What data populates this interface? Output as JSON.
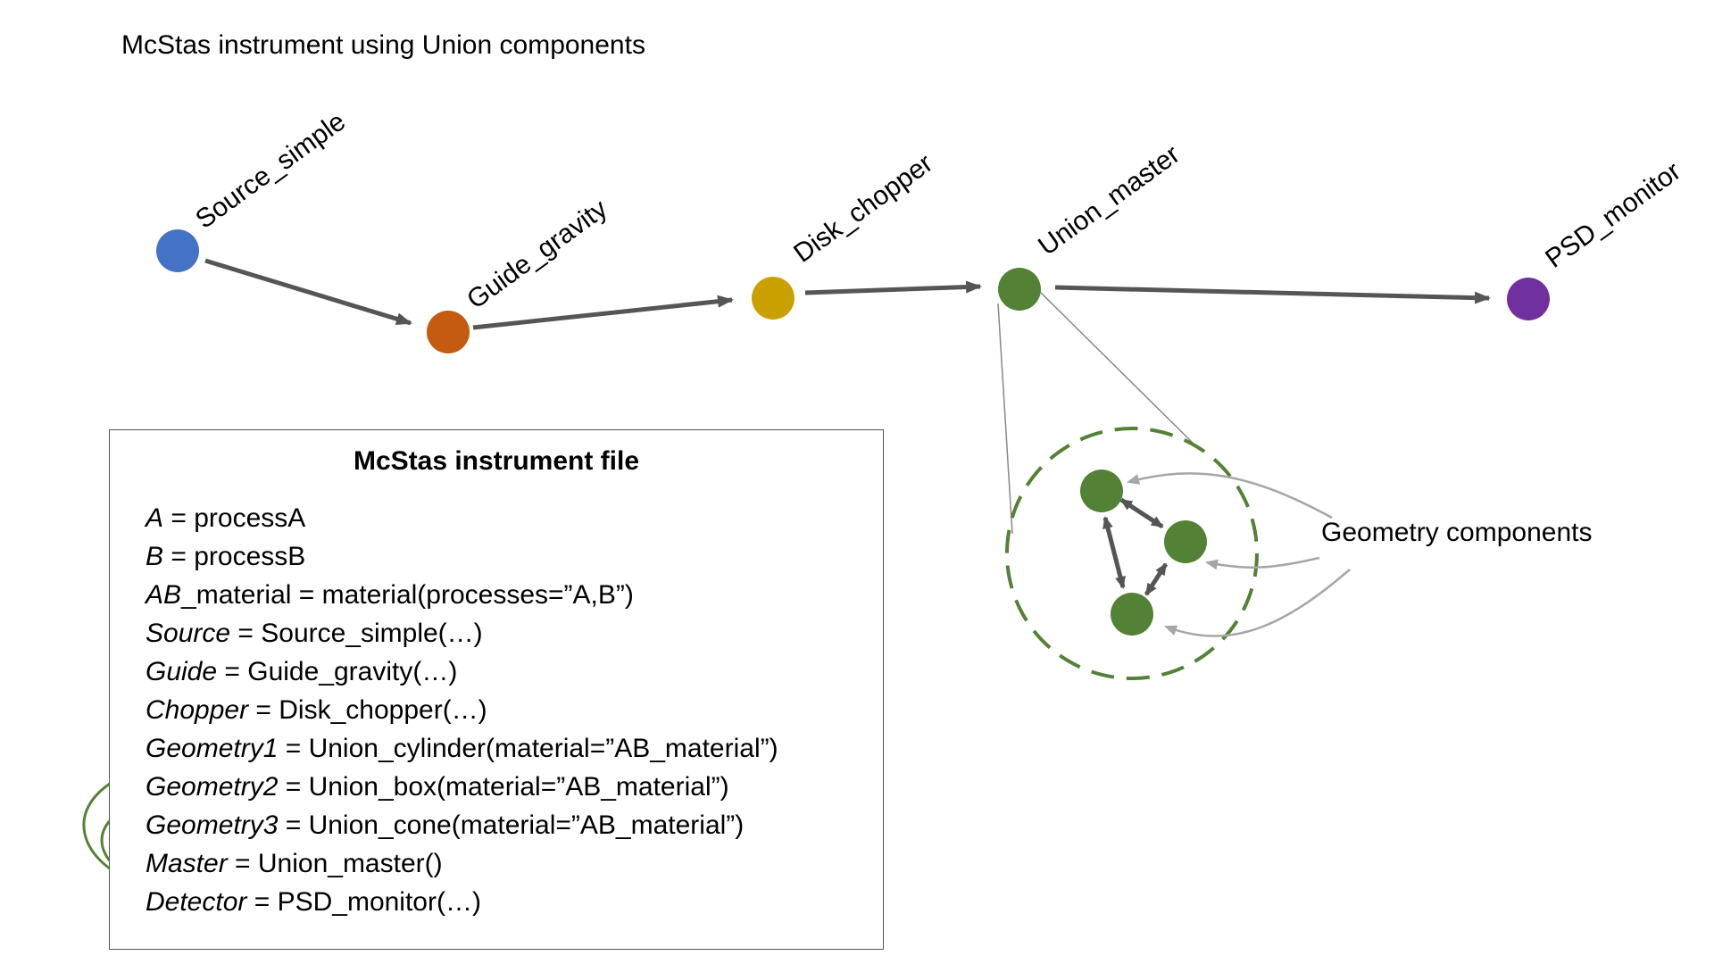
{
  "diagram": {
    "title": "McStas instrument using Union components",
    "nodes": [
      {
        "id": "source",
        "label": "Source_simple",
        "color": "#4472c4"
      },
      {
        "id": "guide",
        "label": "Guide_gravity",
        "color": "#c55a11"
      },
      {
        "id": "chopper",
        "label": "Disk_chopper",
        "color": "#c9a000"
      },
      {
        "id": "master",
        "label": "Union_master",
        "color": "#538135"
      },
      {
        "id": "monitor",
        "label": "PSD_monitor",
        "color": "#7030a0"
      }
    ],
    "geometry_color": "#538135",
    "geometry_label": "Geometry components",
    "arrow_color": "#555555",
    "curve_color": "#548235",
    "pointer_color": "#a6a6a6"
  },
  "instrument_file": {
    "title": "McStas instrument file",
    "lines": [
      {
        "var": "A",
        "rest": " = processA"
      },
      {
        "var": "B",
        "rest": " = processB"
      },
      {
        "var": "AB",
        "rest": "_material = material(processes=”A,B”)"
      },
      {
        "var": "Source",
        "rest": " = Source_simple(…)"
      },
      {
        "var": "Guide",
        "rest": " = Guide_gravity(…)"
      },
      {
        "var": "Chopper",
        "rest": " = Disk_chopper(…)"
      },
      {
        "var": "Geometry1",
        "rest": " = Union_cylinder(material=”AB_material”)"
      },
      {
        "var": "Geometry2",
        "rest": " = Union_box(material=”AB_material”)"
      },
      {
        "var": "Geometry3",
        "rest": " = Union_cone(material=”AB_material”)"
      },
      {
        "var": "Master",
        "rest": " = Union_master()"
      },
      {
        "var": "Detector",
        "rest": " = PSD_monitor(…)"
      }
    ]
  }
}
